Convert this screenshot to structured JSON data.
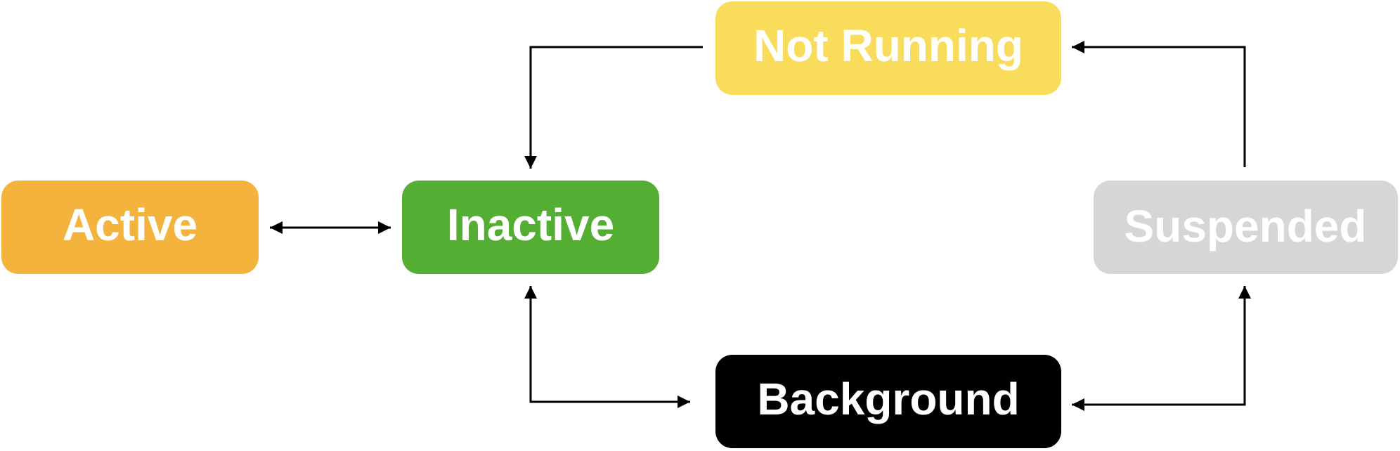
{
  "diagram": {
    "nodes": [
      {
        "id": "not-running",
        "label": "Not Running",
        "color": "#f9dc5c"
      },
      {
        "id": "active",
        "label": "Active",
        "color": "#f3b33d"
      },
      {
        "id": "inactive",
        "label": "Inactive",
        "color": "#55ae34"
      },
      {
        "id": "suspended",
        "label": "Suspended",
        "color": "#d6d6d6"
      },
      {
        "id": "background",
        "label": "Background",
        "color": "#000000"
      }
    ],
    "edges": [
      {
        "from": "not-running",
        "to": "inactive",
        "direction": "one-way"
      },
      {
        "from": "active",
        "to": "inactive",
        "direction": "two-way"
      },
      {
        "from": "inactive",
        "to": "background",
        "direction": "two-way"
      },
      {
        "from": "background",
        "to": "suspended",
        "direction": "two-way"
      },
      {
        "from": "suspended",
        "to": "not-running",
        "direction": "one-way"
      }
    ],
    "arrow_color": "#000000"
  }
}
